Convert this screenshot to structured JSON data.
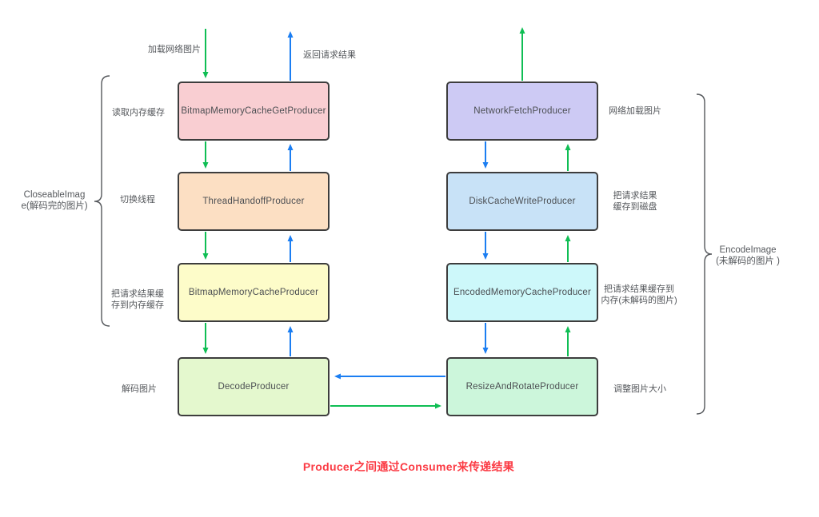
{
  "colors": {
    "request_arrow_green": "#0fbe54",
    "result_arrow_blue": "#1b7ef2",
    "box_border": "#3d3d3d",
    "label_text": "#55585c",
    "caption_red": "#fb3b44"
  },
  "top_labels": {
    "load_request": "加载网络图片",
    "return_result": "返回请求结果"
  },
  "left_column": {
    "boxes": [
      {
        "name": "BitmapMemoryCacheGetProducer",
        "fill": "#f9ced2",
        "label_lines": [
          "读取内存缓存"
        ]
      },
      {
        "name": "ThreadHandoffProducer",
        "fill": "#fcdfc3",
        "label_lines": [
          "切换线程"
        ]
      },
      {
        "name": "BitmapMemoryCacheProducer",
        "fill": "#fdfcc9",
        "label_lines": [
          "把请求结果缓",
          "存到内存缓存"
        ]
      },
      {
        "name": "DecodeProducer",
        "fill": "#e4f8ce",
        "label_lines": [
          "解码图片"
        ]
      }
    ]
  },
  "right_column": {
    "boxes": [
      {
        "name": "NetworkFetchProducer",
        "fill": "#cdcaf4",
        "label_lines": [
          "网络加载图片"
        ]
      },
      {
        "name": "DiskCacheWriteProducer",
        "fill": "#c8e2f7",
        "label_lines": [
          "把请求结果",
          "缓存到磁盘"
        ]
      },
      {
        "name": "EncodedMemoryCacheProducer",
        "fill": "#cdf8fa",
        "label_lines": [
          "把请求结果缓存到",
          "内存(未解码的图片)"
        ]
      },
      {
        "name": "ResizeAndRotateProducer",
        "fill": "#ccf6db",
        "label_lines": [
          "调整图片大小"
        ]
      }
    ]
  },
  "left_bracket": {
    "label_lines": [
      "CloseableImag",
      "e(解码完的图片)"
    ]
  },
  "right_bracket": {
    "label_lines": [
      "EncodeImage",
      "(未解码的图片 )"
    ]
  },
  "caption": "Producer之间通过Consumer来传递结果"
}
